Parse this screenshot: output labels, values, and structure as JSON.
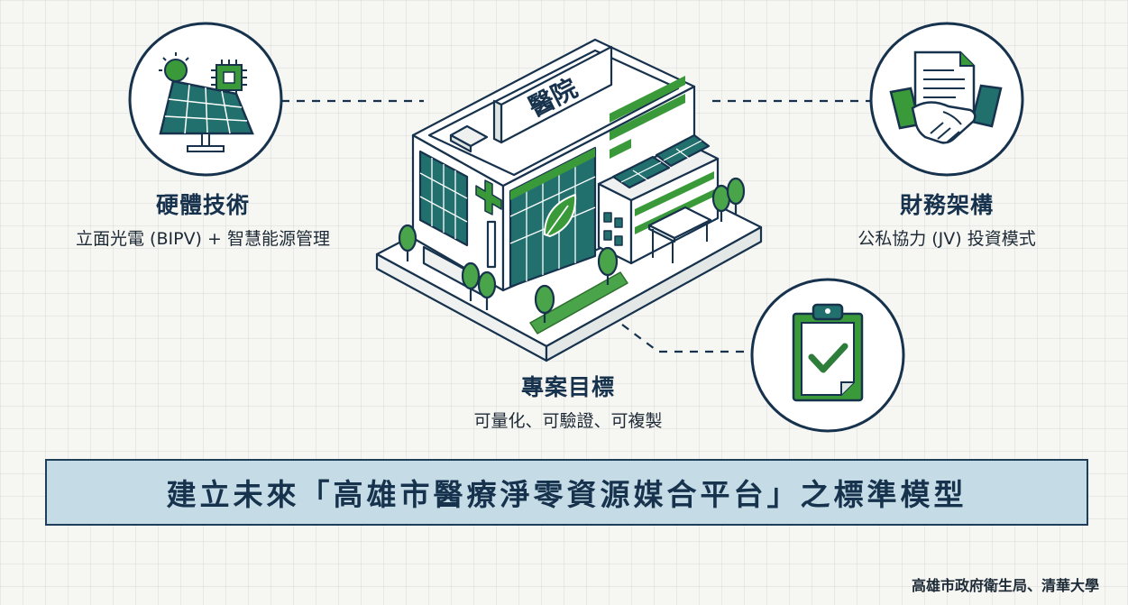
{
  "hospital_sign": "醫院",
  "hardware": {
    "title": "硬體技術",
    "subtitle": "立面光電 (BIPV) + 智慧能源管理"
  },
  "finance": {
    "title": "財務架構",
    "subtitle": "公私協力 (JV) 投資模式"
  },
  "goal": {
    "title": "專案目標",
    "subtitle": "可量化、可驗證、可複製"
  },
  "banner": "建立未來「高雄市醫療淨零資源媒合平台」之標準模型",
  "source": "高雄市政府衛生局、清華大學",
  "colors": {
    "navy": "#17324d",
    "green": "#3a9a3a",
    "teal": "#22706e",
    "banner_fill": "#c5dce6"
  },
  "icons": [
    "solar-panel-icon",
    "chip-icon",
    "sun-icon",
    "contract-handshake-icon",
    "clipboard-check-icon",
    "leaf-icon",
    "medical-cross-icon"
  ]
}
